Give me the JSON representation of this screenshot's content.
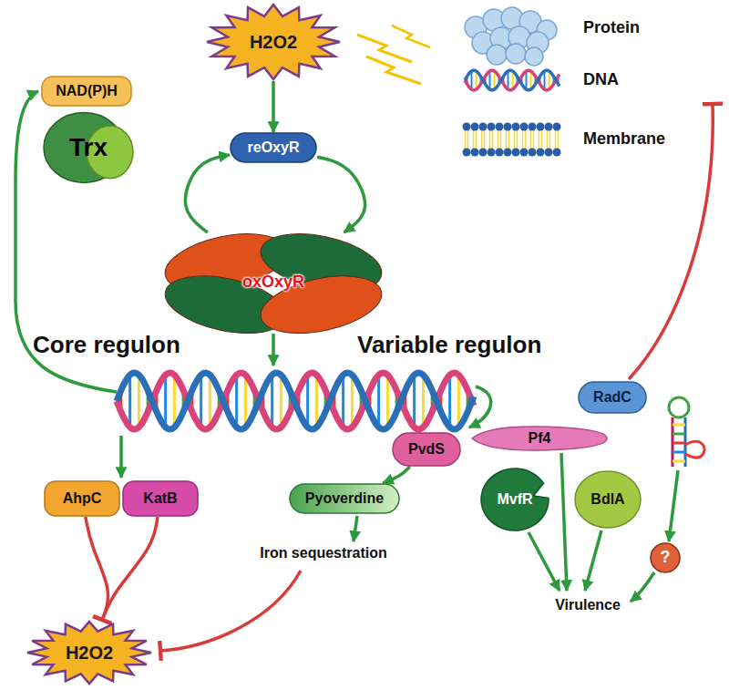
{
  "diagram": {
    "nodes": [
      {
        "text": [
          "H2O2"
        ]
      },
      {
        "text": [
          "NAD(P)H"
        ]
      },
      {
        "text": [
          "Trx"
        ]
      },
      {
        "text": [
          "reOxyR"
        ]
      },
      {
        "text": [
          "oxOxyR"
        ]
      },
      {
        "text": [
          "RadC"
        ]
      },
      {
        "text": [
          "PvdS"
        ]
      },
      {
        "text": [
          "Pf4"
        ]
      },
      {
        "text": [
          "MvfR"
        ]
      },
      {
        "text": [
          "BdlA"
        ]
      },
      {
        "text": [
          "?"
        ]
      },
      {
        "text": [
          "AhpC"
        ]
      },
      {
        "text": [
          "KatB"
        ]
      },
      {
        "text": [
          "Pyoverdine"
        ]
      },
      {
        "text": [
          "H2O2"
        ]
      }
    ],
    "edges": [
      {
        "from": 0,
        "to": 3,
        "arrow": "to"
      },
      {
        "from": 3,
        "to": 4,
        "arrow": "to"
      },
      {
        "from": 4,
        "to": 3,
        "arrow": "to"
      },
      {
        "from": 6,
        "to": 13,
        "arrow": "to"
      },
      {
        "from": 11,
        "to": 14,
        "arrow": "to"
      },
      {
        "from": 12,
        "to": 14,
        "arrow": "to"
      }
    ],
    "labels": [
      "Protein",
      "DNA",
      "Membrane",
      "Core regulon",
      "Variable regulon",
      "Iron sequestration",
      "Virulence"
    ]
  }
}
